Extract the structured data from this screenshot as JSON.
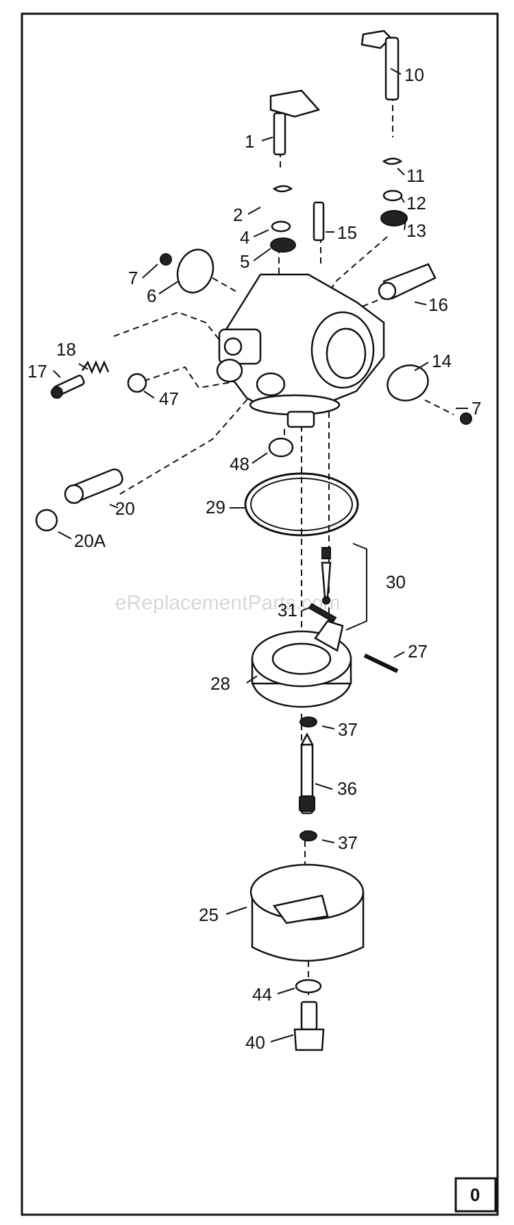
{
  "watermark": "eReplacementParts.com",
  "page_box": "0",
  "callouts": [
    {
      "id": "1",
      "label": "1"
    },
    {
      "id": "2",
      "label": "2"
    },
    {
      "id": "4",
      "label": "4"
    },
    {
      "id": "5",
      "label": "5"
    },
    {
      "id": "6",
      "label": "6"
    },
    {
      "id": "7a",
      "label": "7"
    },
    {
      "id": "7b",
      "label": "7"
    },
    {
      "id": "10",
      "label": "10"
    },
    {
      "id": "11",
      "label": "11"
    },
    {
      "id": "12",
      "label": "12"
    },
    {
      "id": "13",
      "label": "13"
    },
    {
      "id": "14",
      "label": "14"
    },
    {
      "id": "15",
      "label": "15"
    },
    {
      "id": "16",
      "label": "16"
    },
    {
      "id": "17",
      "label": "17"
    },
    {
      "id": "18",
      "label": "18"
    },
    {
      "id": "20",
      "label": "20"
    },
    {
      "id": "20A",
      "label": "20A"
    },
    {
      "id": "25",
      "label": "25"
    },
    {
      "id": "27",
      "label": "27"
    },
    {
      "id": "28",
      "label": "28"
    },
    {
      "id": "29",
      "label": "29"
    },
    {
      "id": "30",
      "label": "30"
    },
    {
      "id": "31",
      "label": "31"
    },
    {
      "id": "36",
      "label": "36"
    },
    {
      "id": "37a",
      "label": "37"
    },
    {
      "id": "37b",
      "label": "37"
    },
    {
      "id": "40",
      "label": "40"
    },
    {
      "id": "44",
      "label": "44"
    },
    {
      "id": "47",
      "label": "47"
    },
    {
      "id": "48",
      "label": "48"
    }
  ]
}
